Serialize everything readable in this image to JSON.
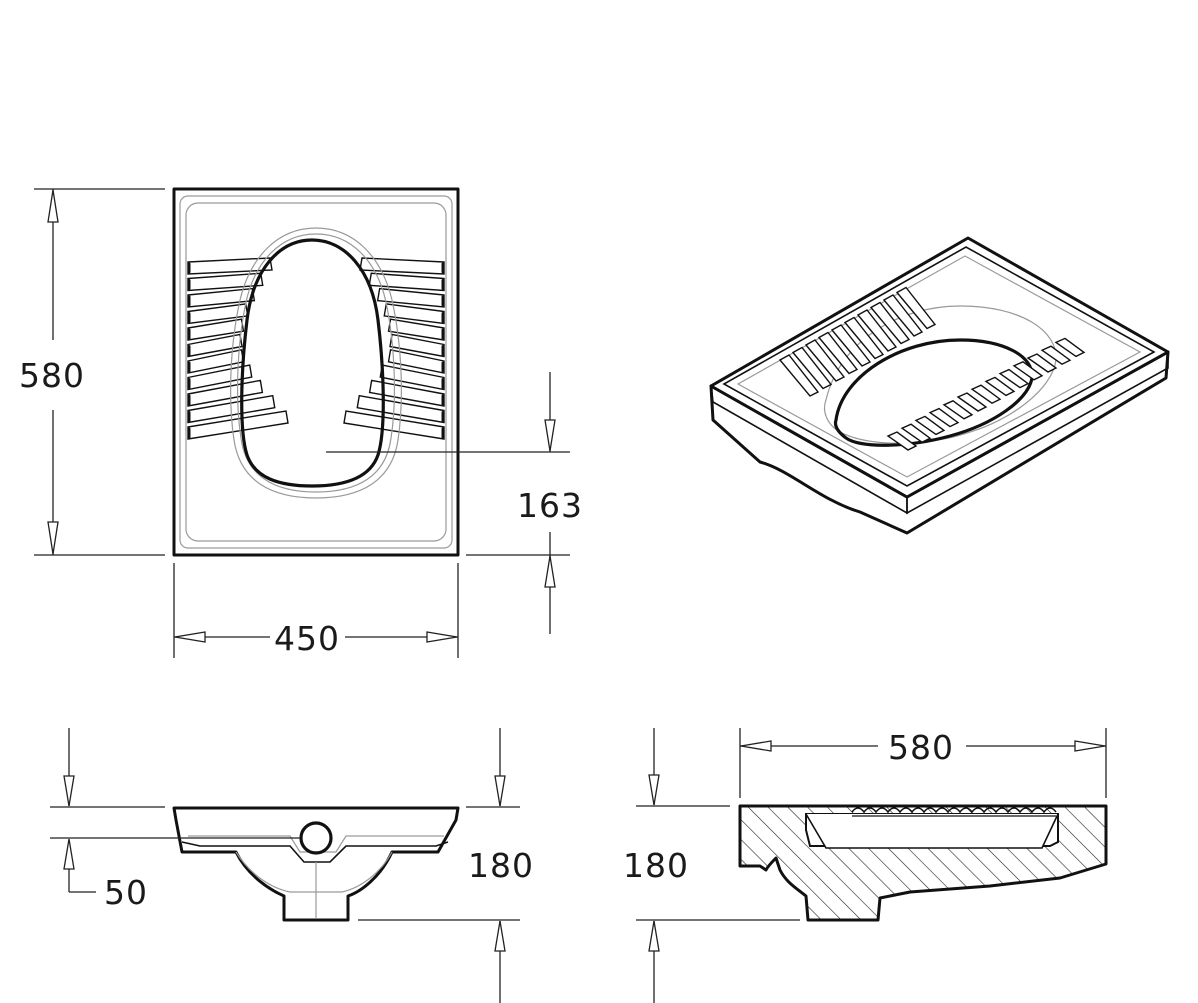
{
  "dimensions": {
    "top_view_length": "580",
    "top_view_width": "450",
    "top_view_drain_offset": "163",
    "front_view_outlet_height": "50",
    "front_view_height": "180",
    "side_view_length": "580",
    "side_view_height": "180"
  }
}
